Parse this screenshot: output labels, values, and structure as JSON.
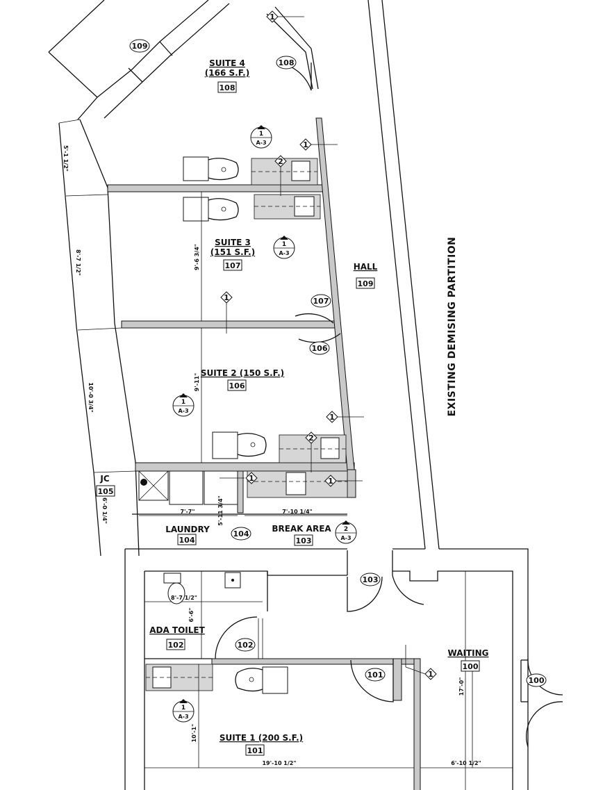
{
  "rooms": {
    "suite4": {
      "title": "SUITE 4",
      "area": "(166 S.F.)",
      "number": "108"
    },
    "suite3": {
      "title": "SUITE 3",
      "area": "(151 S.F.)",
      "number": "107"
    },
    "suite2": {
      "title": "SUITE 2 (150 S.F.)",
      "number": "106"
    },
    "suite1": {
      "title": "SUITE 1 (200 S.F.)",
      "number": "101"
    },
    "hall": {
      "title": "HALL",
      "number": "109"
    },
    "jc": {
      "title": "JC",
      "number": "105"
    },
    "laundry": {
      "title": "LAUNDRY",
      "number": "104"
    },
    "break_area": {
      "title": "BREAK AREA",
      "number": "103"
    },
    "ada_toilet": {
      "title": "ADA TOILET",
      "number": "102"
    },
    "waiting": {
      "title": "WAITING",
      "number": "100"
    }
  },
  "door_tags": [
    "109",
    "108",
    "107",
    "106",
    "104",
    "103",
    "102",
    "101",
    "100"
  ],
  "corridor_label": "EXISTING DEMISING PARTITION",
  "dimensions": {
    "d_5_1_5": "5'-1 1/2\"",
    "d_8_7_5": "8'-7 1/2\"",
    "d_10_0_75": "10'-0 3/4\"",
    "d_6_0_25": "6'-0 1/4\"",
    "d_9_6_75": "9'-6 3/4\"",
    "d_9_11": "9'-11\"",
    "d_7_7": "7'-7\"",
    "d_5_11_75": "5'-11 3/4\"",
    "d_7_10_25": "7'-10 1/4\"",
    "d_8_7_5b": "8'-7 1/2\"",
    "d_6_6": "6'-6\"",
    "d_10_1": "10'-1\"",
    "d_17_0": "17'-0\"",
    "d_19_10_5": "19'-10 1/2\"",
    "d_6_10_5": "6'-10 1/2\""
  },
  "keynotes": {
    "one": "1",
    "two": "2"
  },
  "section_refs": {
    "one": {
      "num": "1",
      "sheet": "A-3"
    },
    "two": {
      "num": "2",
      "sheet": "A-3"
    }
  }
}
